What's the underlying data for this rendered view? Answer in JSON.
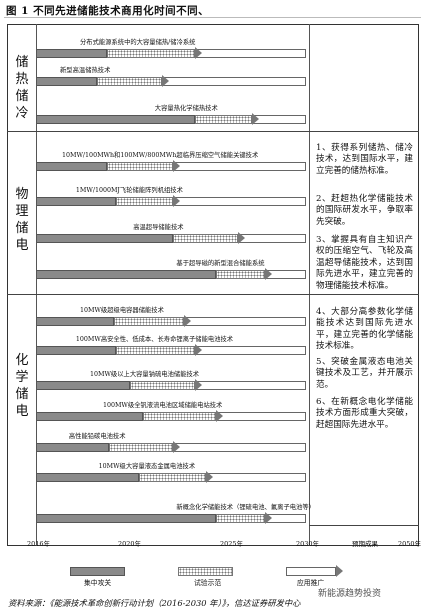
{
  "title": "图 1 不同先进储能技术商用化时间不同、",
  "sections": [
    {
      "label": "储\n热\n储\n冷"
    },
    {
      "label": "物\n理\n储\n电"
    },
    {
      "label": "化\n学\n储\n电"
    }
  ],
  "bars": [
    {
      "label": "分布式能源系统中的大容量储热/储冷系统",
      "dark": [
        2016,
        2019
      ],
      "dot": [
        2019,
        2023
      ],
      "white": [
        2023,
        2030
      ]
    },
    {
      "label": "新型高温储热技术",
      "dark": [
        2016,
        2018.6
      ],
      "dot": [
        2018.6,
        2021.5
      ],
      "white": [
        2021.5,
        2030
      ]
    },
    {
      "label": "大容量热化学储热技术",
      "dark": [
        2016,
        2023
      ],
      "dot": [
        2023,
        2026
      ],
      "white": [
        2026,
        2030
      ]
    },
    {
      "label": "10MW/100MWh和100MW/800MWh超临界压缩空气储能关键技术",
      "dark": [
        2016,
        2019
      ],
      "dot": [
        2019,
        2022
      ],
      "white": [
        2022,
        2030
      ]
    },
    {
      "label": "1MW/1000MJ飞轮储能阵列机组技术",
      "dark": [
        2016,
        2019.4
      ],
      "dot": [
        2019.4,
        2022
      ],
      "white": [
        2022,
        2030
      ]
    },
    {
      "label": "高温超导储能技术",
      "dark": [
        2016,
        2022
      ],
      "dot": [
        2022,
        2025
      ],
      "white": [
        2025,
        2030
      ]
    },
    {
      "label": "基于超导磁的新型混合储能系统",
      "dark": [
        2016,
        2024
      ],
      "dot": [
        2024,
        2027
      ],
      "white": [
        2027,
        2030
      ]
    },
    {
      "label": "10MW级超级电容器储能技术",
      "dark": [
        2016,
        2019.3
      ],
      "dot": [
        2019.3,
        2022.5
      ],
      "white": [
        2022.5,
        2030
      ]
    },
    {
      "label": "100MW高安全性、低成本、长寿命锂离子储能电池技术",
      "dark": [
        2016,
        2019.4
      ],
      "dot": [
        2019.4,
        2023
      ],
      "white": [
        2023,
        2030
      ]
    },
    {
      "label": "10MW级以上大容量钠硫电池储能技术",
      "dark": [
        2016,
        2020
      ],
      "dot": [
        2020,
        2023
      ],
      "white": [
        2023,
        2030
      ]
    },
    {
      "label": "100MW级全钒液流电池区域储能电站技术",
      "dark": [
        2016,
        2020.6
      ],
      "dot": [
        2020.6,
        2024
      ],
      "white": [
        2024,
        2030
      ]
    },
    {
      "label": "高性能铅碳电池技术",
      "dark": [
        2016,
        2019.1
      ],
      "dot": [
        2019.1,
        2022
      ],
      "white": [
        2022,
        2030
      ]
    },
    {
      "label": "10MW级大容量液态金属电池技术",
      "dark": [
        2016,
        2020.4
      ],
      "dot": [
        2020.4,
        2023.5
      ],
      "white": [
        2023.5,
        2030
      ]
    },
    {
      "label": "新概念化学储能技术（锂硫电池、氟离子电池等）",
      "dark": [
        2016,
        2024
      ],
      "dot": [
        2024,
        2027
      ],
      "white": [
        2027,
        2030
      ]
    }
  ],
  "results": [
    "1、获得系列储热、储冷技术，达到国际水平，建立完善的储热标准。",
    "2、赶超热化学储能技术的国际研发水平，争取率先突破。",
    "3、掌握具有自主知识产权的压缩空气、飞轮及高温超导储能技术，达到国际先进水平，建立完善的物理储能技术标准。",
    "4、大部分高参数化学储能技术达到国际先进水平，建立完善的化学储能技术标准。",
    "5、突破金属液态电池关键技术及工艺，并开展示范。",
    "6、在新概念电化学储能技术方面形成重大突破，赶超国际先进水平。"
  ],
  "years": [
    "2016年",
    "2020年",
    "2025年",
    "2030年",
    "预期成果",
    "2050年"
  ],
  "legend": [
    "集中攻关",
    "试验示范",
    "应用推广"
  ],
  "source": "资料来源：《能源技术革命创新行动计划（2016-2030 年）》，信达证券研发中心",
  "watermark": "新能源趋势投资"
}
